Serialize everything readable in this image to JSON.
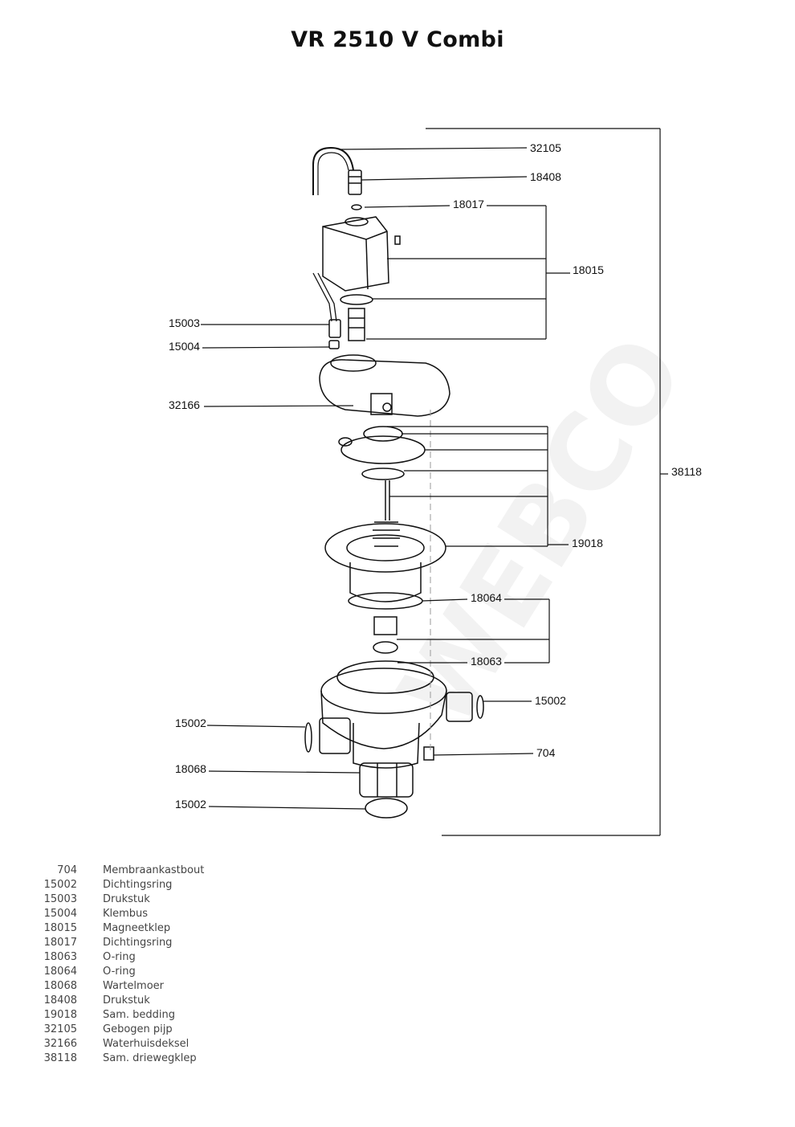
{
  "title": "VR 2510 V Combi",
  "callouts": [
    "32105",
    "18408",
    "18017",
    "18015",
    "15003",
    "15004",
    "32166",
    "38118",
    "19018",
    "18064",
    "18063",
    "15002",
    "15002",
    "704",
    "18068",
    "15002"
  ],
  "parts": [
    {
      "number": "704",
      "description": "Membraankastbout"
    },
    {
      "number": "15002",
      "description": "Dichtingsring"
    },
    {
      "number": "15003",
      "description": "Drukstuk"
    },
    {
      "number": "15004",
      "description": "Klembus"
    },
    {
      "number": "18015",
      "description": "Magneetklep"
    },
    {
      "number": "18017",
      "description": "Dichtingsring"
    },
    {
      "number": "18063",
      "description": "O-ring"
    },
    {
      "number": "18064",
      "description": "O-ring"
    },
    {
      "number": "18068",
      "description": "Wartelmoer"
    },
    {
      "number": "18408",
      "description": "Drukstuk"
    },
    {
      "number": "19018",
      "description": "Sam. bedding"
    },
    {
      "number": "32105",
      "description": "Gebogen pijp"
    },
    {
      "number": "32166",
      "description": "Waterhuisdeksel"
    },
    {
      "number": "38118",
      "description": "Sam. driewegklep"
    }
  ]
}
